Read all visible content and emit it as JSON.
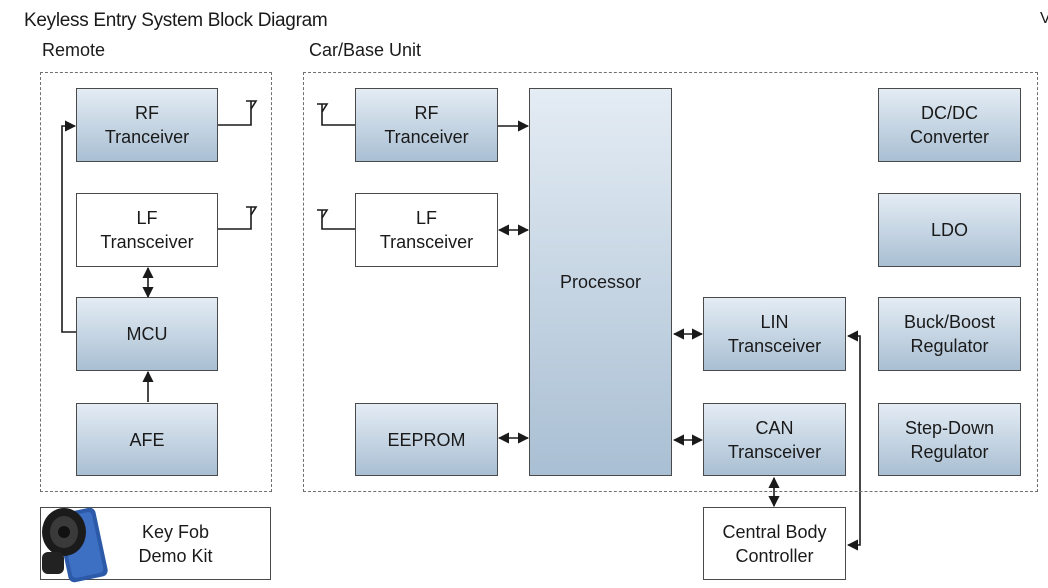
{
  "title": "Keyless Entry System Block Diagram",
  "corner_mark": "V",
  "groups": {
    "remote": "Remote",
    "car": "Car/Base Unit"
  },
  "remote": {
    "rf": [
      "RF",
      "Tranceiver"
    ],
    "lf": [
      "LF",
      "Transceiver"
    ],
    "mcu": "MCU",
    "afe": "AFE"
  },
  "car": {
    "rf": [
      "RF",
      "Tranceiver"
    ],
    "lf": [
      "LF",
      "Transceiver"
    ],
    "processor": "Processor",
    "eeprom": "EEPROM",
    "lin": [
      "LIN",
      "Transceiver"
    ],
    "can": [
      "CAN",
      "Transceiver"
    ],
    "dcdc": [
      "DC/DC",
      "Converter"
    ],
    "ldo": "LDO",
    "buckboost": [
      "Buck/Boost",
      "Regulator"
    ],
    "stepdown": [
      "Step-Down",
      "Regulator"
    ]
  },
  "central_body": [
    "Central Body",
    "Controller"
  ],
  "keyfob": [
    "Key Fob",
    "Demo Kit"
  ]
}
